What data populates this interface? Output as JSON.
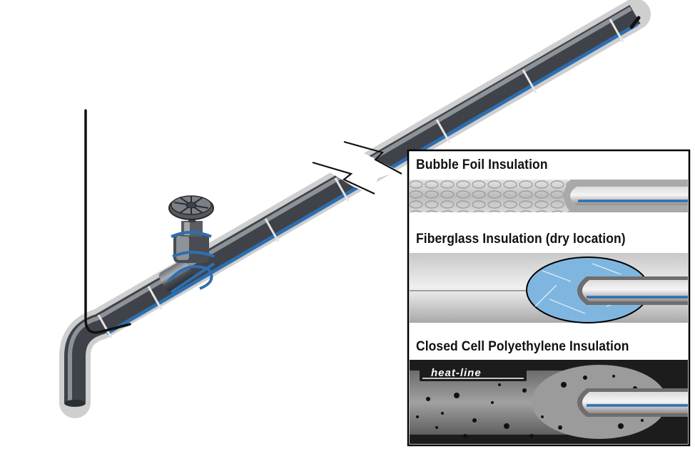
{
  "insulation_panel": {
    "labels": [
      "Bubble Foil Insulation",
      "Fiberglass Insulation (dry location)",
      "Closed Cell Polyethylene Insulation"
    ],
    "brand_mark": "heat-line"
  },
  "colors": {
    "pipe": "#3d4147",
    "pipe_highlight": "#8c9096",
    "cable_stripe": "#2d6fb0",
    "halo": "#c9c9c9",
    "fiberglass": "#7fb6e0",
    "panel_border": "#000000"
  },
  "icons": [
    "valve-handwheel-icon",
    "pipe-break-icon",
    "power-lead-icon"
  ]
}
